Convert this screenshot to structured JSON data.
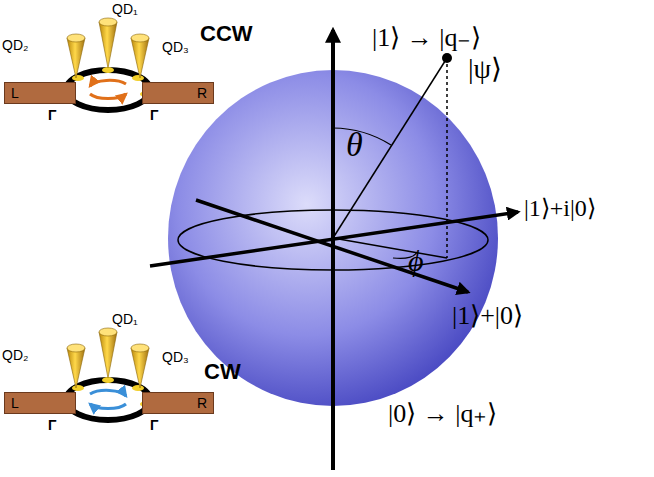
{
  "diagram": {
    "nodes": [
      {
        "text": [
          "L"
        ]
      },
      {
        "text": [
          "R"
        ]
      },
      {
        "text": [
          "L"
        ]
      },
      {
        "text": [
          "R"
        ]
      }
    ],
    "labels": [
      "QD₁",
      "QD₂",
      "QD₃",
      "CCW",
      "Γ",
      "Γ",
      "QD₁",
      "QD₂",
      "QD₃",
      "CW",
      "Γ",
      "Γ",
      "|1⟩ → |q₋⟩",
      "θ",
      "|ψ⟩",
      "|1⟩+i|0⟩",
      "ϕ",
      "|1⟩+|0⟩",
      "|0⟩ → |q₊⟩"
    ]
  }
}
